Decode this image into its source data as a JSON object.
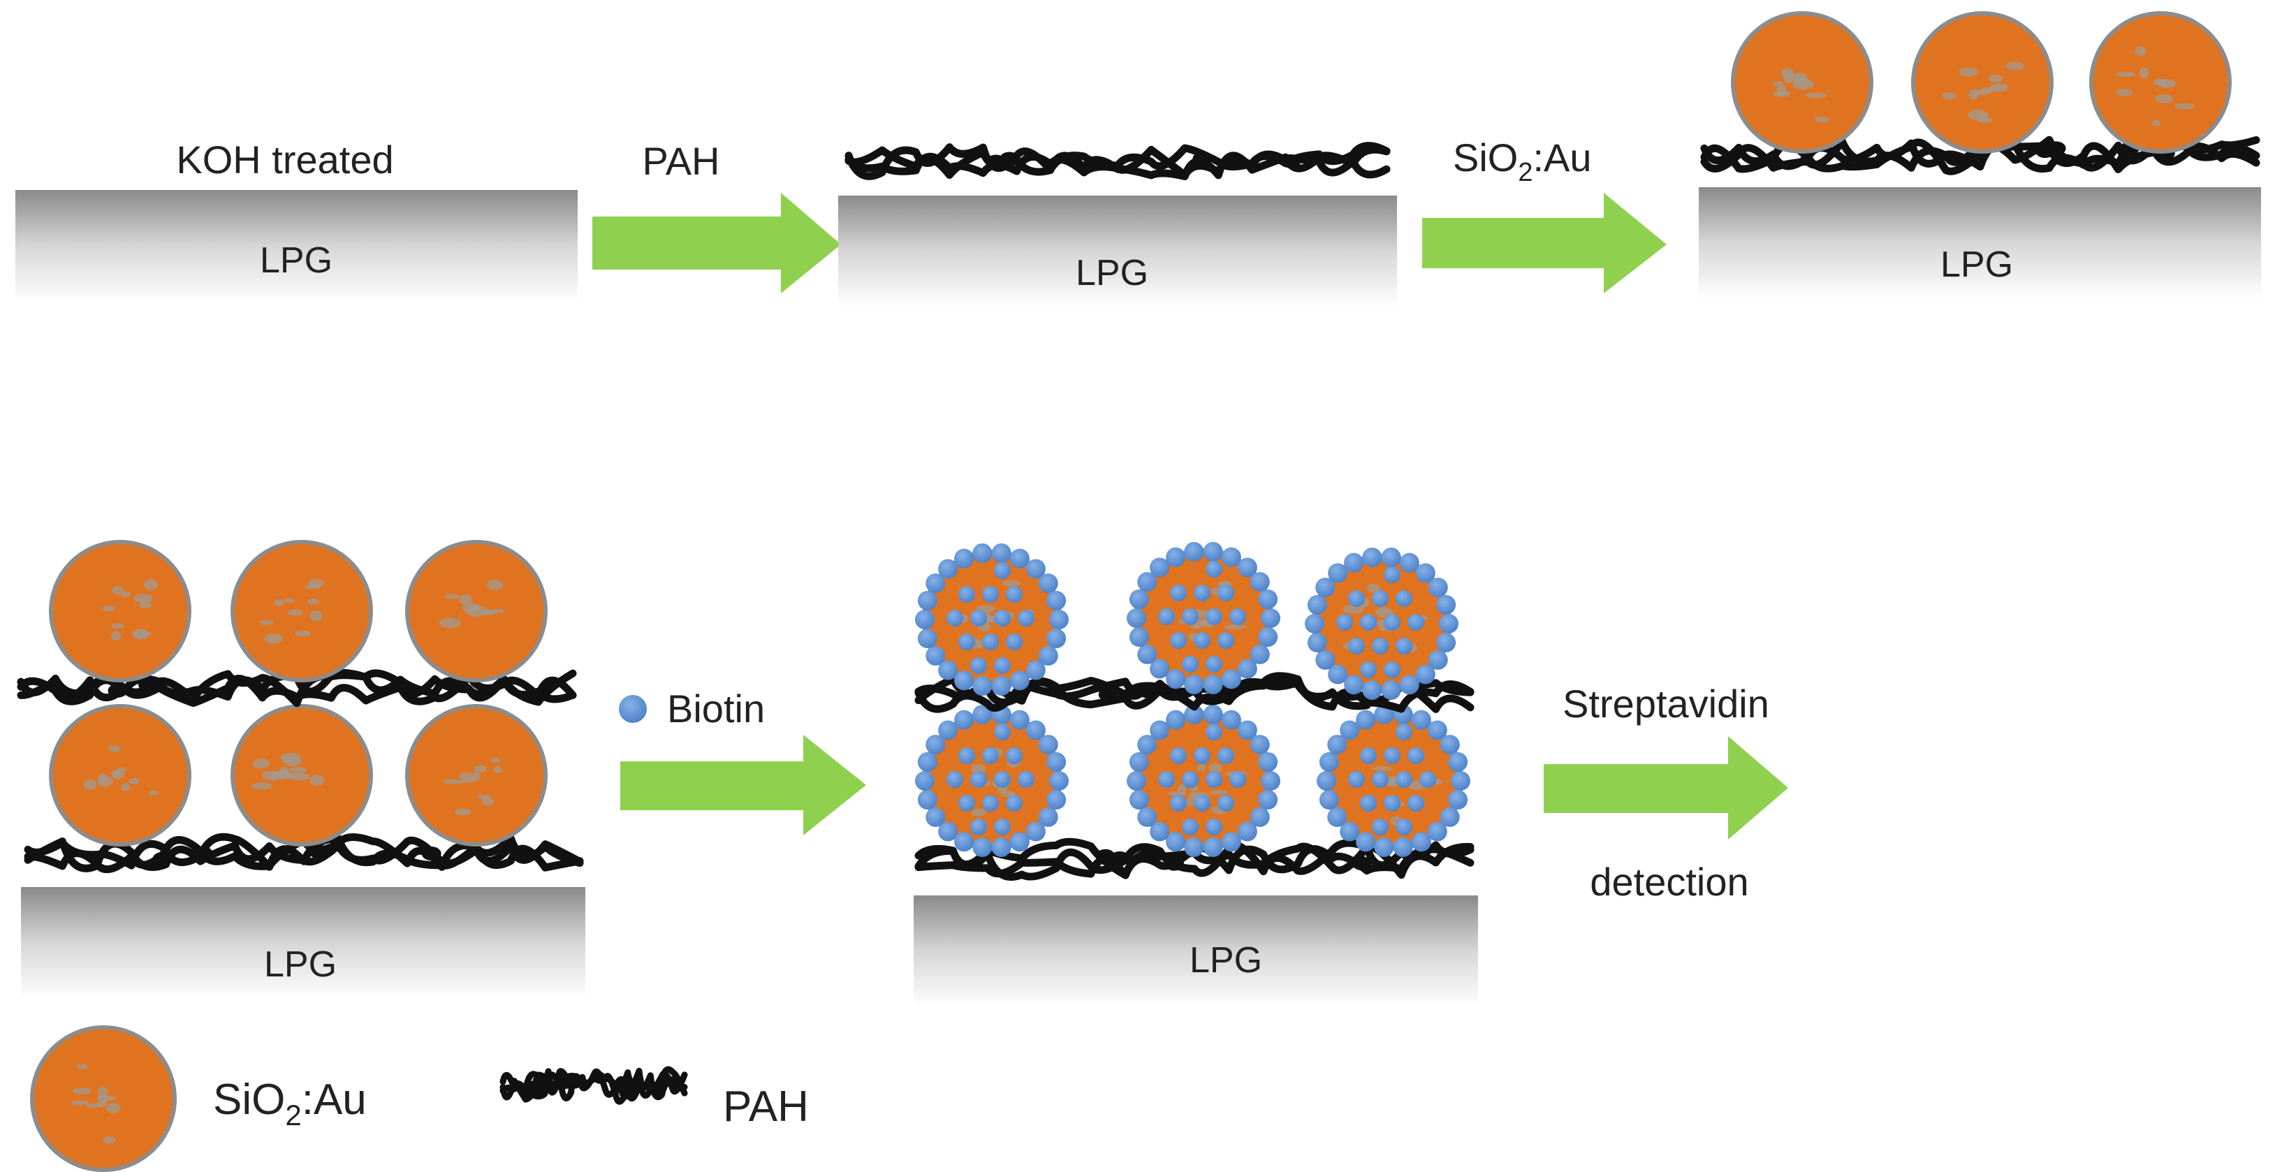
{
  "colors": {
    "arrow": "#8fd14f",
    "particle_fill": "#e0731f",
    "particle_rim": "#8c8c8c",
    "particle_speckle": "#a39a90",
    "biotin": "#5b8fd4",
    "pah_strand": "#111111",
    "substrate_top": "#8a8a8a",
    "substrate_bottom": "#ffffff"
  },
  "stages": [
    {
      "substrate_label": "LPG",
      "top_label": "KOH treated"
    },
    {
      "substrate_label": "LPG"
    },
    {
      "substrate_label": "LPG"
    },
    {
      "substrate_label": "LPG"
    },
    {
      "substrate_label": "LPG"
    }
  ],
  "steps": {
    "pah": {
      "label": "PAH"
    },
    "sio2au": {
      "label_main": "SiO",
      "label_sub": "2",
      "label_tail": ":Au"
    },
    "biotin": {
      "label": "Biotin"
    },
    "streptavidin": {
      "label_top": "Streptavidin",
      "label_bottom": "detection"
    }
  },
  "legend": {
    "particle": {
      "label_main": "SiO",
      "label_sub": "2",
      "label_tail": ":Au"
    },
    "pah": {
      "label": "PAH"
    }
  }
}
